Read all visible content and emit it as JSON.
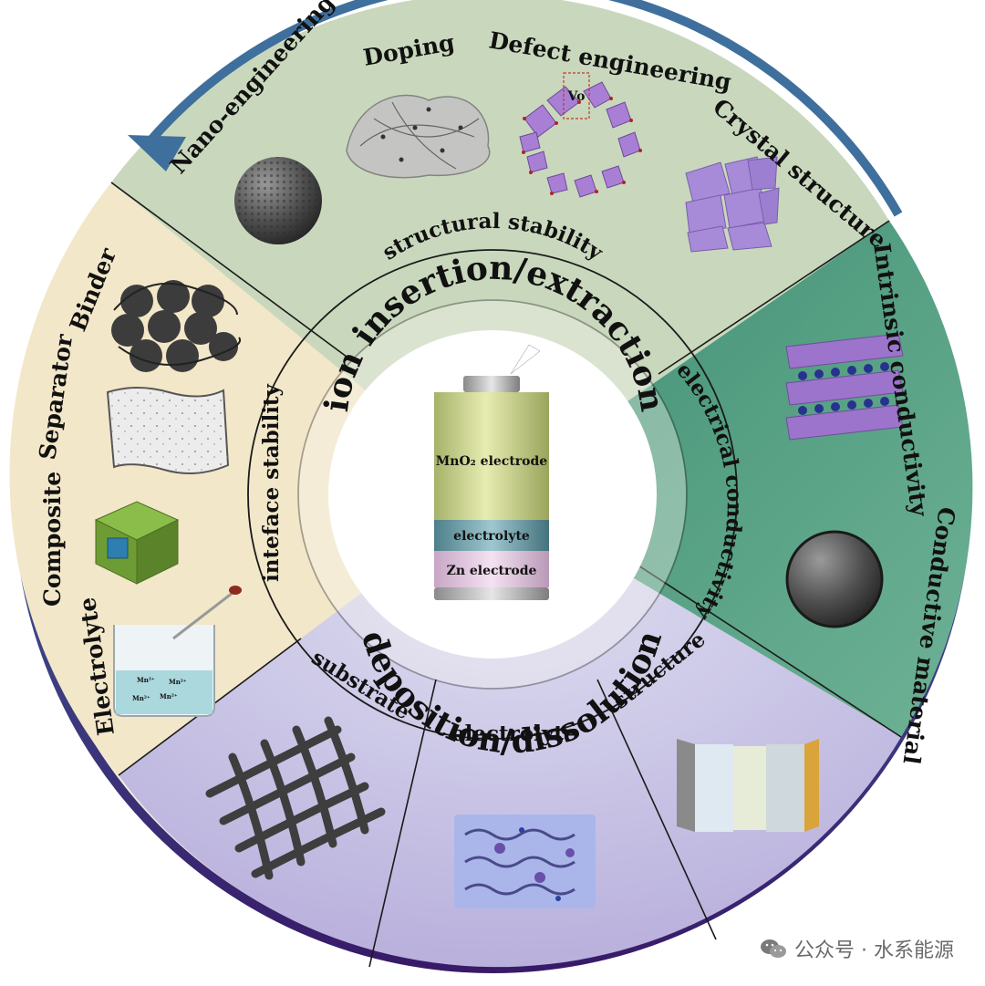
{
  "outer_ring": {
    "top_items": [
      "Nano-engineering",
      "Doping",
      "Defect engineering",
      "Crystal structure"
    ],
    "vacancy_label": "Vo",
    "right_items": [
      "Intrinsic conductivity",
      "Conductive material"
    ],
    "left_items": [
      "Binder",
      "Separator",
      "Composite",
      "Electrolyte"
    ],
    "bottom_ion_labels": [
      "Mn²⁺",
      "Mn²⁺",
      "Mn²⁺",
      "Mn²⁺"
    ]
  },
  "middle_ring": {
    "structural": "structural stability",
    "electrical": "electrical conductivity",
    "interface": "inteface stability",
    "substrate": "substrate",
    "electrolyte": "electrolyte",
    "structure": "structure"
  },
  "inner_ring": {
    "top": "ion insertion/extraction",
    "bottom": "deposition/dissolution"
  },
  "battery": {
    "cathode": "MnO₂ electrode",
    "electrolyte": "electrolyte",
    "anode": "Zn electrode"
  },
  "watermark": "公众号 · 水系能源",
  "colors": {
    "structural_sector": "#c9d8bd",
    "electrical_sector": "#4f9a7f",
    "interface_sector": "#f3e7c9",
    "bottom_sector": "#c6c3e4",
    "arrow": "#3f6f9d",
    "rim_bottom": "#3a1f6a"
  }
}
